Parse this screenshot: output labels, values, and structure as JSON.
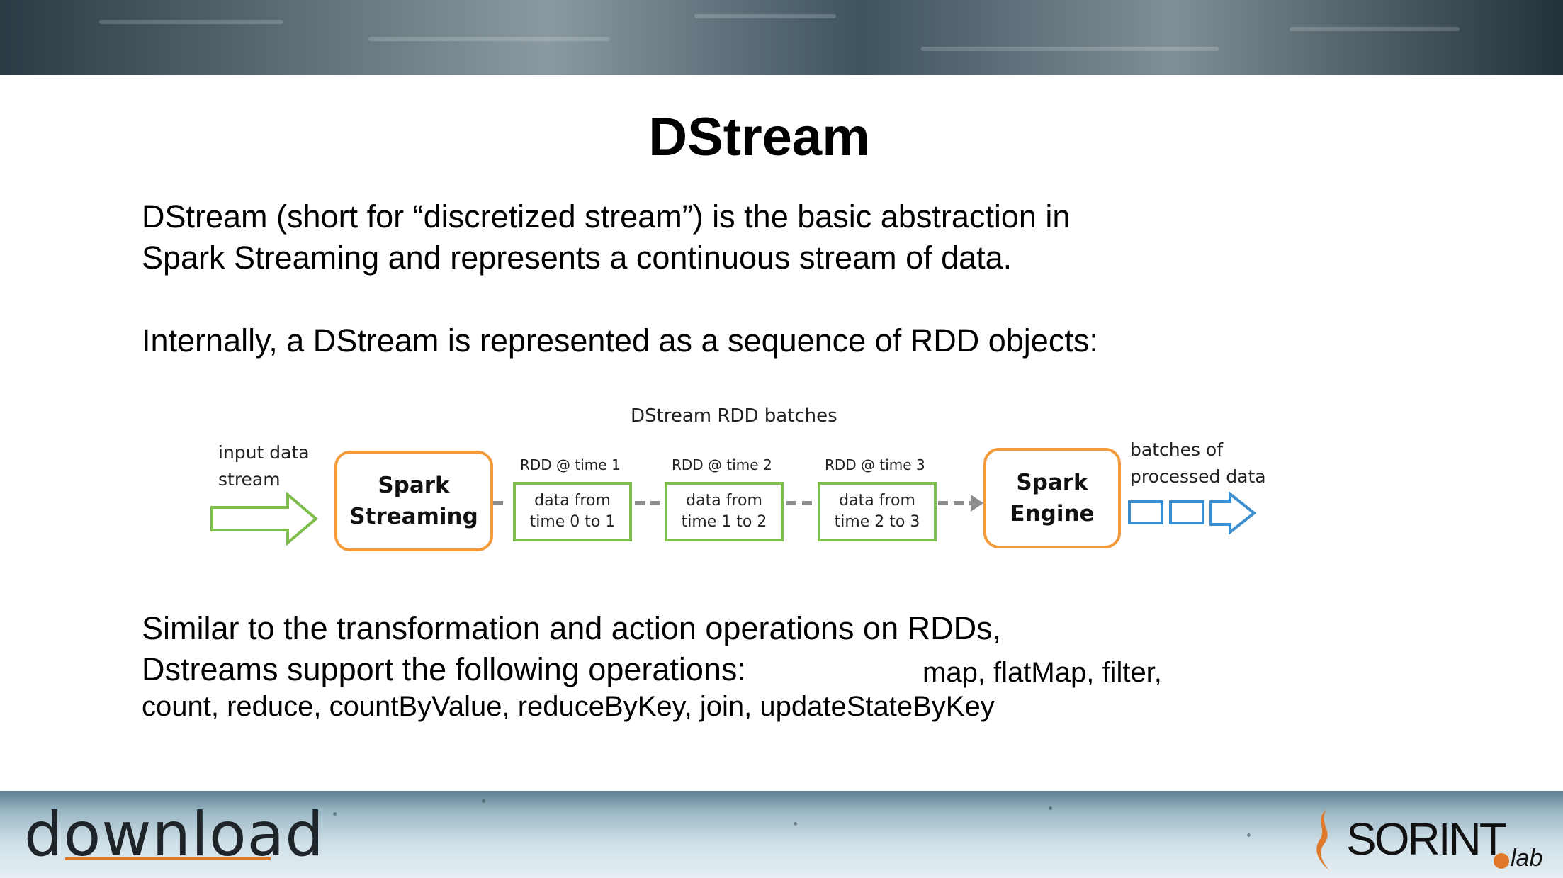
{
  "slide": {
    "title": "DStream",
    "intro_line1": "DStream (short for “discretized stream”) is the basic abstraction in",
    "intro_line2": "Spark Streaming and represents a continuous stream of data.",
    "internal_line": "Internally, a DStream is represented as a sequence of RDD objects:",
    "ops_line1": "Similar to the transformation and action operations on RDDs,",
    "ops_line2": "Dstreams support the following operations:",
    "ops_inline": "map, flatMap, filter,",
    "ops_line3": "count, reduce, countByValue, reduceByKey, join, updateStateByKey"
  },
  "diagram": {
    "caption": "DStream RDD batches",
    "input_label_1": "input data",
    "input_label_2": "stream",
    "streaming_line1": "Spark",
    "streaming_line2": "Streaming",
    "engine_line1": "Spark",
    "engine_line2": "Engine",
    "output_label_1": "batches of",
    "output_label_2": "processed data",
    "batches": [
      {
        "header": "RDD @ time 1",
        "line1": "data from",
        "line2": "time 0 to 1"
      },
      {
        "header": "RDD @ time 2",
        "line1": "data from",
        "line2": "time 1 to 2"
      },
      {
        "header": "RDD @ time 3",
        "line1": "data from",
        "line2": "time 2 to 3"
      }
    ],
    "colors": {
      "spark_box": "#f39a3a",
      "rdd_box": "#7cbd4c",
      "input_arrow": "#7cbd4c",
      "output": "#3d8fd0",
      "connector": "#8c8c8c"
    }
  },
  "footer": {
    "left_logo": "download",
    "right_logo_main": "SORINT",
    "right_logo_sub": "lab",
    "accent_color": "#e07a2a"
  }
}
